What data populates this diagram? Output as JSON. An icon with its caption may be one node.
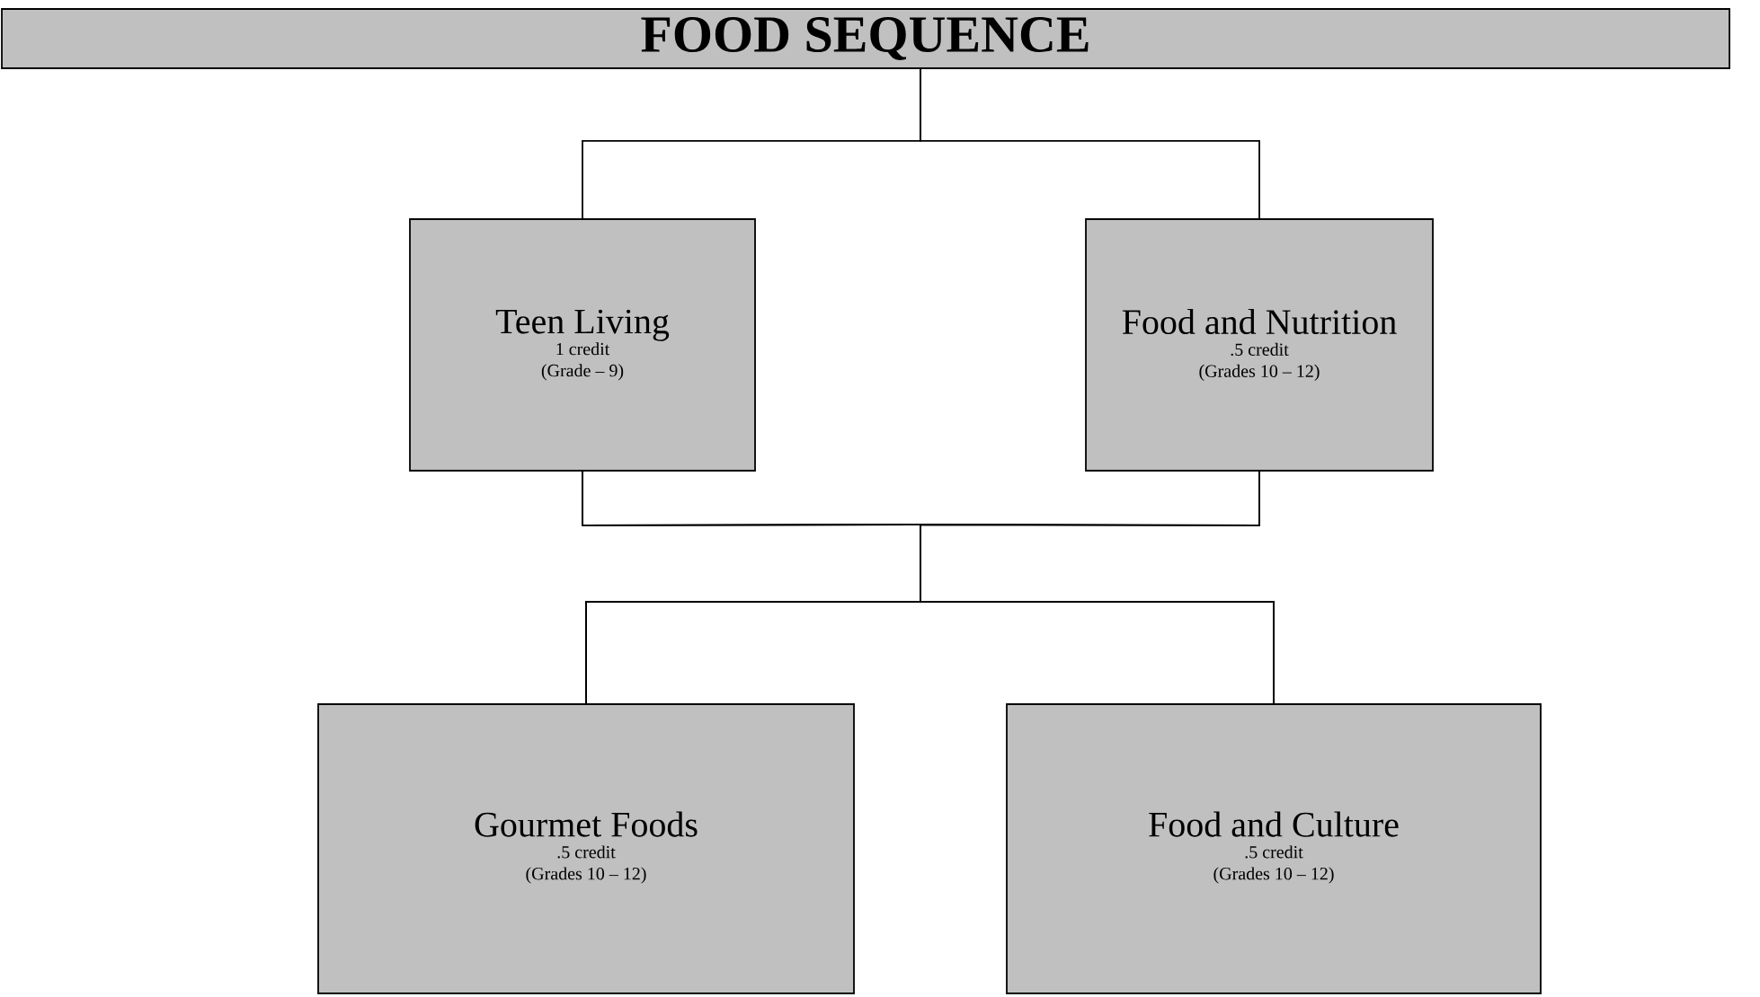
{
  "diagram": {
    "nodes": [
      {
        "text": [
          "FOOD SEQUENCE"
        ]
      },
      {
        "text": [
          "Teen Living",
          "1 credit",
          "(Grade – 9)"
        ]
      },
      {
        "text": [
          "Food and Nutrition",
          ".5 credit",
          "(Grades 10 – 12)"
        ]
      },
      {
        "text": [
          "Gourmet Foods",
          ".5 credit",
          "(Grades 10 – 12)"
        ]
      },
      {
        "text": [
          "Food and Culture",
          ".5 credit",
          "(Grades 10 – 12)"
        ]
      }
    ],
    "edges": [
      {
        "from": 0,
        "to": 1,
        "arrow": "none"
      },
      {
        "from": 0,
        "to": 2,
        "arrow": "none"
      },
      {
        "from": 1,
        "to": 3,
        "arrow": "none"
      },
      {
        "from": 1,
        "to": 4,
        "arrow": "none"
      },
      {
        "from": 2,
        "to": 3,
        "arrow": "none"
      },
      {
        "from": 2,
        "to": 4,
        "arrow": "none"
      }
    ]
  }
}
